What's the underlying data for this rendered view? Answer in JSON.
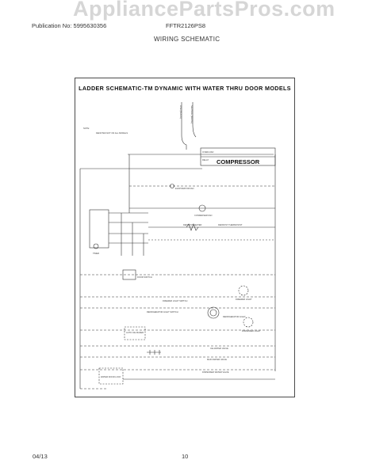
{
  "watermark": "AppliancePartsPros.com",
  "header": {
    "publication": "Publication No: 5995630356",
    "model": "FFTR2126PS8",
    "section_title": "WIRING SCHEMATIC"
  },
  "schematic": {
    "title": "LADDER SCHEMATIC-TM DYNAMIC WITH WATER THRU DOOR MODELS",
    "compressor_label": "COMPRESSOR",
    "notes": {
      "note": "NOTE:",
      "denotes": "DENOTES NOT ON ALL MODELS",
      "line": "LINE (BLACK)",
      "neutral": "NEUTRAL (WHITE)"
    },
    "components": {
      "overload": "OVERLOAD",
      "relay": "RELAY",
      "condenser_fan": "CONDENSER FAN",
      "evaporator_fan": "EVAPORATOR FAN",
      "defrost_heater": "DEFROST HEATER",
      "defrost_thermostat": "DEFROST THERMOSTAT",
      "timer": "TIMER",
      "door_switch": "DOOR SWITCH",
      "freezer_light_switch": "FREEZER LIGHT SWITCH",
      "freezer_light": "FREEZER LIGHT",
      "refrigerator_light_switch": "REFRIGERATOR LIGHT SWITCH",
      "refrigerator_light": "REFRIGERATOR LIGHT",
      "dispenser_light": "DISPENSER LIGHT",
      "auto_ice_maker": "AUTO ICE MAKER",
      "ice_water_valve": "ICE WATER VALVE",
      "main_water_valve": "MAIN WATER VALVE",
      "dispenser_water_valve": "DISPENSER WATER VALVE",
      "water_door_lock": "WATER DOOR LOCK"
    }
  },
  "footer": {
    "date": "04/13",
    "page_number": "10"
  }
}
